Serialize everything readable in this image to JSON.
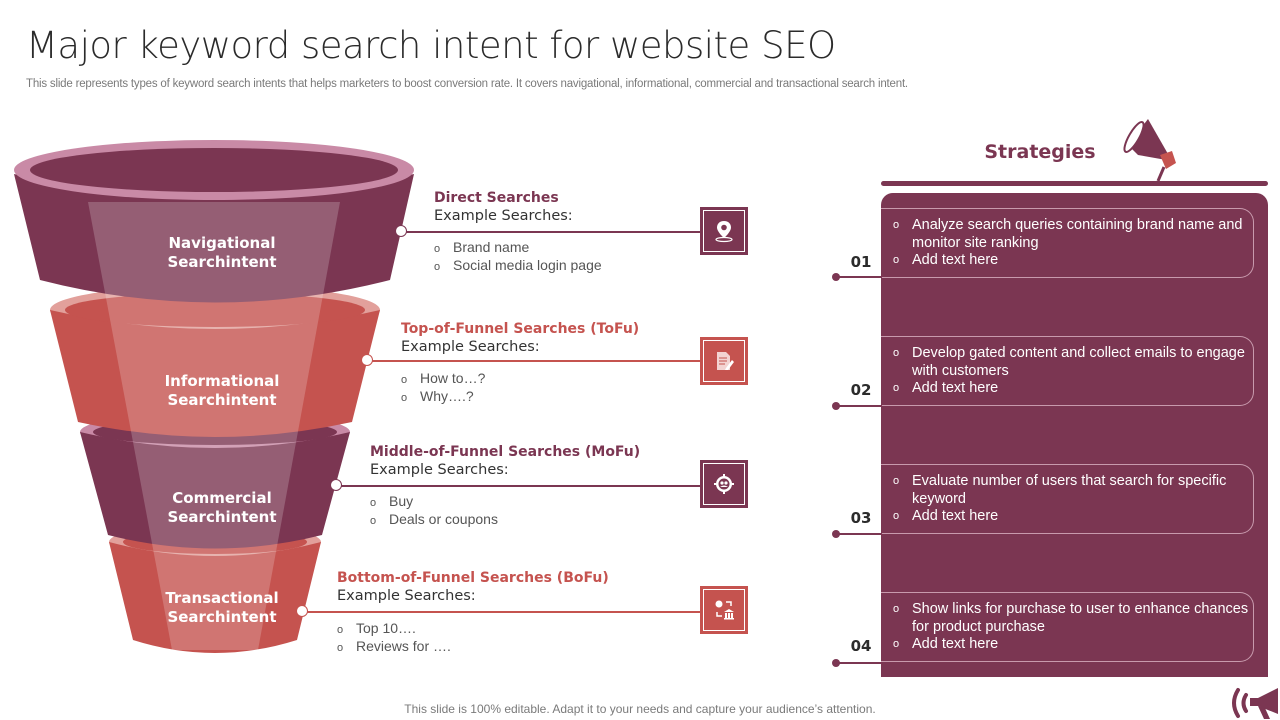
{
  "header": {
    "title": "Major keyword search intent for website SEO",
    "subtitle": "This slide represents types of keyword search intents that helps marketers to boost conversion rate. It covers navigational, informational, commercial and transactional search intent."
  },
  "colors": {
    "plum": "#7b3652",
    "plum_light": "#c98aa6",
    "coral": "#c5534f",
    "coral_light": "#e79a94"
  },
  "funnel": {
    "stages": [
      {
        "label_line1": "Navigational",
        "label_line2": "Searchintent",
        "color": "#7b3652"
      },
      {
        "label_line1": "Informational",
        "label_line2": "Searchintent",
        "color": "#c5534f"
      },
      {
        "label_line1": "Commercial",
        "label_line2": "Searchintent",
        "color": "#7b3652"
      },
      {
        "label_line1": "Transactional",
        "label_line2": "Searchintent",
        "color": "#c5534f"
      }
    ]
  },
  "examples": [
    {
      "heading": "Direct Searches",
      "sub": "Example Searches:",
      "items": [
        "Brand name",
        "Social media login page"
      ],
      "icon": "map-pin-icon"
    },
    {
      "heading": "Top-of-Funnel Searches (ToFu)",
      "sub": "Example Searches:",
      "items": [
        "How to…?",
        "Why….?"
      ],
      "icon": "document-edit-icon"
    },
    {
      "heading": "Middle-of-Funnel Searches (MoFu)",
      "sub": "Example Searches:",
      "items": [
        "Buy",
        "Deals or coupons"
      ],
      "icon": "gear-people-icon"
    },
    {
      "heading": "Bottom-of-Funnel Searches (BoFu)",
      "sub": "Example Searches:",
      "items": [
        "Top 10….",
        "Reviews for …."
      ],
      "icon": "money-bank-transfer-icon"
    }
  ],
  "strategies": {
    "title": "Strategies",
    "items": [
      {
        "number": "01",
        "points": [
          "Analyze search queries containing brand name and monitor site ranking",
          "Add text here"
        ]
      },
      {
        "number": "02",
        "points": [
          "Develop gated content and collect emails to engage with customers",
          "Add text here"
        ]
      },
      {
        "number": "03",
        "points": [
          "Evaluate number of users that search for specific keyword",
          "Add text here"
        ]
      },
      {
        "number": "04",
        "points": [
          "Show links for purchase to user to enhance chances for product purchase",
          "Add text here"
        ]
      }
    ]
  },
  "footer": {
    "text": "This slide is 100% editable. Adapt it to your needs and capture your audience’s attention."
  }
}
